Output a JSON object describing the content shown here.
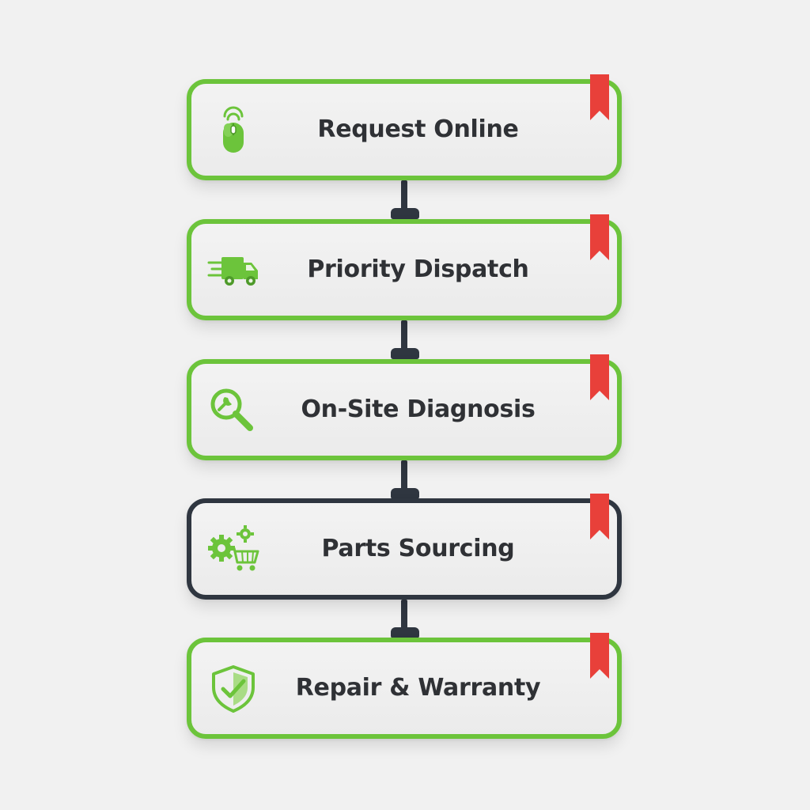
{
  "steps": [
    {
      "label": "Request Online",
      "icon": "mouse-click-icon",
      "state": "complete"
    },
    {
      "label": "Priority Dispatch",
      "icon": "delivery-truck-icon",
      "state": "complete"
    },
    {
      "label": "On-Site Diagnosis",
      "icon": "wrench-magnifier-icon",
      "state": "complete"
    },
    {
      "label": "Parts Sourcing",
      "icon": "gears-cart-icon",
      "state": "current"
    },
    {
      "label": "Repair & Warranty",
      "icon": "shield-check-icon",
      "state": "complete"
    }
  ],
  "colors": {
    "accent_green": "#6cc43b",
    "active_dark": "#2f3640",
    "ribbon_red": "#e8403a",
    "background": "#f1f1f1",
    "text": "#2f3135"
  }
}
